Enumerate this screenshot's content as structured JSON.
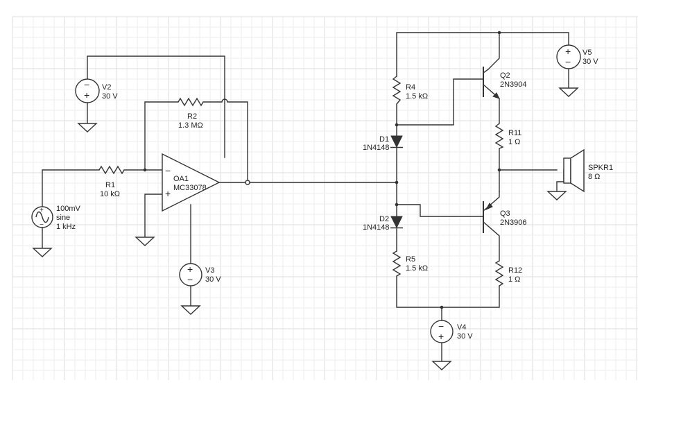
{
  "components": {
    "R1": {
      "ref": "R1",
      "value": "10 kΩ"
    },
    "R2": {
      "ref": "R2",
      "value": "1.3 MΩ"
    },
    "R4": {
      "ref": "R4",
      "value": "1.5 kΩ"
    },
    "R5": {
      "ref": "R5",
      "value": "1.5 kΩ"
    },
    "R11": {
      "ref": "R11",
      "value": "1 Ω"
    },
    "R12": {
      "ref": "R12",
      "value": "1 Ω"
    },
    "V2": {
      "ref": "V2",
      "value": "30 V"
    },
    "V3": {
      "ref": "V3",
      "value": "30 V"
    },
    "V4": {
      "ref": "V4",
      "value": "30 V"
    },
    "V5": {
      "ref": "V5",
      "value": "30 V"
    },
    "V1": {
      "amplitude": "100mV",
      "shape": "sine",
      "frequency": "1 kHz"
    },
    "OA1": {
      "ref": "OA1",
      "part": "MC33078"
    },
    "D1": {
      "ref": "D1",
      "part": "1N4148"
    },
    "D2": {
      "ref": "D2",
      "part": "1N4148"
    },
    "Q2": {
      "ref": "Q2",
      "part": "2N3904"
    },
    "Q3": {
      "ref": "Q3",
      "part": "2N3906"
    },
    "SPKR1": {
      "ref": "SPKR1",
      "value": "8 Ω"
    }
  },
  "symbols": {
    "plus": "+",
    "minus": "−"
  },
  "colors": {
    "wire": "#333333",
    "grid_minor": "#eeeeee",
    "grid_major": "#dddddd"
  }
}
